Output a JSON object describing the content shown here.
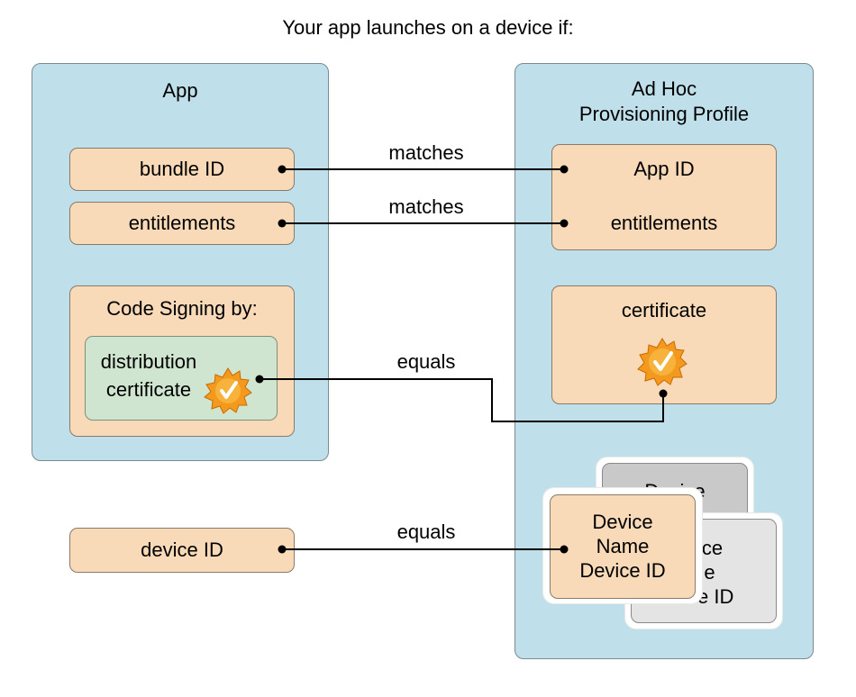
{
  "title": "Your app launches on a device if:",
  "app_panel": {
    "title": "App",
    "bundle_id": "bundle ID",
    "entitlements": "entitlements",
    "code_signing": {
      "title": "Code Signing by:",
      "cert_line1": "distribution",
      "cert_line2": "certificate"
    },
    "device_id": "device ID"
  },
  "profile_panel": {
    "title_line1": "Ad Hoc",
    "title_line2": "Provisioning Profile",
    "app_id": "App ID",
    "entitlements": "entitlements",
    "certificate": "certificate",
    "device_cards": {
      "front": {
        "line1": "Device",
        "line2": "Name",
        "line3": "Device ID"
      },
      "back_top": "Device",
      "back_mid": {
        "line1": "vice",
        "line2": "me",
        "line3": "ce ID"
      }
    }
  },
  "connectors": {
    "bundle": "matches",
    "entitlements": "matches",
    "certificate": "equals",
    "device": "equals"
  },
  "colors": {
    "panel": "#bfe0ea",
    "box": "#f8d9b8",
    "cert_box": "#cfe5cf",
    "badge": "#f39a1e"
  }
}
